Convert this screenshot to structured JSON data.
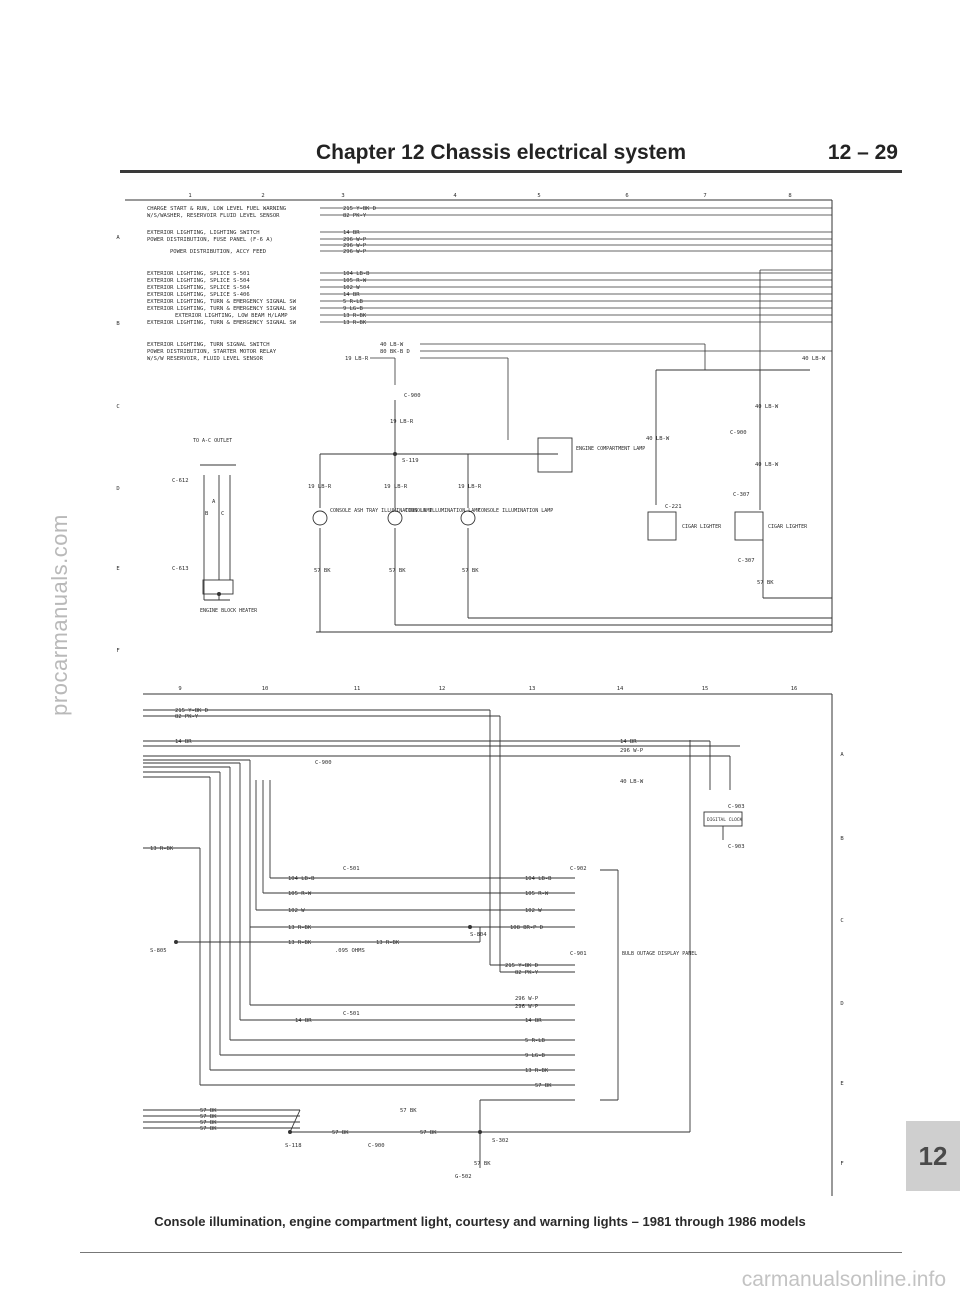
{
  "header": {
    "chapter": "Chapter 12 Chassis electrical system",
    "page": "12 – 29"
  },
  "side_url": "procarmanuals.com",
  "section_tab": "12",
  "caption": "Console illumination, engine compartment light, courtesy and warning lights – 1981 through 1986 models",
  "watermark": "carmanualsonline.info",
  "grid": {
    "top_numbers": [
      "1",
      "2",
      "3",
      "4",
      "5",
      "6",
      "7",
      "8"
    ],
    "bottom_numbers": [
      "9",
      "10",
      "11",
      "12",
      "13",
      "14",
      "15",
      "16"
    ],
    "row_letters": [
      "A",
      "B",
      "C",
      "D",
      "E",
      "F"
    ]
  },
  "upper": {
    "circuits": [
      {
        "desc": "CHARGE START & RUN, LOW LEVEL FUEL WARNING",
        "wire": "215 Y-BK D"
      },
      {
        "desc": "W/S/WASHER, RESERVOIR FLUID LEVEL SENSOR",
        "wire": "82 PK-Y"
      },
      {
        "desc": "EXTERIOR LIGHTING, LIGHTING SWITCH",
        "wire": "14 BR"
      },
      {
        "desc": "POWER DISTRIBUTION, FUSE PANEL (F-6 A)",
        "wire": "296 W-P"
      },
      {
        "desc": "",
        "wire": "296 W-P"
      },
      {
        "desc": "POWER DISTRIBUTION, ACCY FEED",
        "wire": "296 W-P"
      },
      {
        "desc": "EXTERIOR LIGHTING, SPLICE S-501",
        "wire": "104 LB-B"
      },
      {
        "desc": "EXTERIOR LIGHTING, SPLICE S-504",
        "wire": "105 R-W"
      },
      {
        "desc": "EXTERIOR LIGHTING, SPLICE S-504",
        "wire": "102 W"
      },
      {
        "desc": "EXTERIOR LIGHTING, SPLICE S-406",
        "wire": "14 BR"
      },
      {
        "desc": "EXTERIOR LIGHTING, TURN & EMERGENCY SIGNAL SW",
        "wire": "5 R-LB"
      },
      {
        "desc": "EXTERIOR LIGHTING, TURN & EMERGENCY SIGNAL SW",
        "wire": "9 LG-B"
      },
      {
        "desc": "EXTERIOR LIGHTING, LOW BEAM H/LAMP",
        "wire": "13 R-BK"
      },
      {
        "desc": "EXTERIOR LIGHTING, TURN & EMERGENCY SIGNAL SW",
        "wire": "13 R-BK"
      },
      {
        "desc": "EXTERIOR LIGHTING, TURN SIGNAL SWITCH",
        "wire": "40 LB-W"
      },
      {
        "desc": "POWER DISTRIBUTION, STARTER MOTOR RELAY",
        "wire": "80 BK-B D"
      },
      {
        "desc": "W/S/W RESERVOIR, FLUID LEVEL SENSOR",
        "wire": "19 LB-R"
      }
    ],
    "outlet": {
      "label": "TO A-C OUTLET",
      "conn_top": "C-612",
      "pins": [
        "A",
        "B",
        "C"
      ],
      "conn_bottom": "C-613",
      "heater": "ENGINE BLOCK HEATER"
    },
    "lamps": {
      "connector": "C-900",
      "wire": "19 LB-R",
      "splice": "S-119",
      "ground_wire": "57 BK",
      "ashtray": "CONSOLE ASH TRAY ILLUMINATION LAMP",
      "illum1": "CONSOLE ILLUMINATION LAMP",
      "illum2": "CONSOLE ILLUMINATION LAMP",
      "engine": "ENGINE COMPARTMENT LAMP"
    },
    "cigar": {
      "wire": "40 LB-W",
      "conn_c221": "C-221",
      "conn_c900": "C-900",
      "conn_c307": "C-307",
      "lighter": "CIGAR LIGHTER",
      "ground_wire": "57 BK"
    }
  },
  "lower": {
    "left_wires": [
      "215 Y-BK D",
      "82 PK-Y",
      "14 BR",
      "13 R-BK"
    ],
    "c900": "C-900",
    "right_top": [
      "14 BR",
      "296 W-P",
      "40 LB-W"
    ],
    "clock": {
      "conn": "C-903",
      "label": "DIGITAL CLOCK"
    },
    "c501": "C-501",
    "mid_left": [
      "104 LB-B",
      "105 R-W",
      "102 W",
      "13 R-BK",
      "13 R-BK"
    ],
    "resistor": "13 R-BK",
    "resistor_ohms": ".095 OHMS",
    "s804": "S-804",
    "s805": "S-805",
    "c902": "C-902",
    "c901": "C-901",
    "c902_wires": [
      "104 LB-B",
      "105 R-W",
      "102 W",
      "108 BR-P D"
    ],
    "c901_wires": [
      "215 Y-BK D",
      "82 PK-Y",
      "296 W-P",
      "296 W-P",
      "14 BR",
      "5 R-LB",
      "9 LG-B",
      "13 R-BK",
      "57 BK"
    ],
    "c501b": "C-501",
    "left_14br": "14 BR",
    "panel": "BULB OUTAGE DISPLAY PANEL",
    "ground_wires": [
      "57 BK",
      "57 BK",
      "57 BK",
      "57 BK"
    ],
    "ground_mid": [
      "57 BK",
      "57 BK",
      "57 BK"
    ],
    "s118": "S-118",
    "c900b": "C-900",
    "s302": "S-302",
    "g502": "G-502",
    "ground_down": "57 BK"
  }
}
